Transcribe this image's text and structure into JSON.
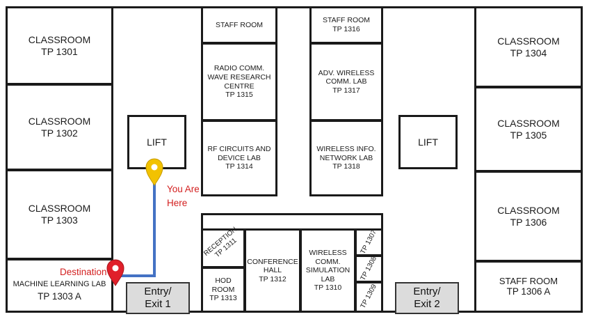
{
  "rooms": {
    "tp1301": {
      "line1": "CLASSROOM",
      "line2": "TP 1301"
    },
    "tp1302": {
      "line1": "CLASSROOM",
      "line2": "TP 1302"
    },
    "tp1303": {
      "line1": "CLASSROOM",
      "line2": "TP 1303"
    },
    "tp1303a": {
      "line1": "MACHINE LEARNING LAB",
      "line2": "TP 1303 A"
    },
    "tp1304": {
      "line1": "CLASSROOM",
      "line2": "TP 1304"
    },
    "tp1305": {
      "line1": "CLASSROOM",
      "line2": "TP 1305"
    },
    "tp1306": {
      "line1": "CLASSROOM",
      "line2": "TP 1306"
    },
    "tp1306a": {
      "line1": "STAFF ROOM",
      "line2": "TP 1306 A"
    },
    "staff_room_left": {
      "line1": "STAFF ROOM"
    },
    "tp1315": {
      "line1": "RADIO COMM.",
      "line2": "WAVE RESEARCH",
      "line3": "CENTRE",
      "line4": "TP 1315"
    },
    "tp1314": {
      "line1": "RF CIRCUITS AND",
      "line2": "DEVICE LAB",
      "line3": "TP 1314"
    },
    "tp1316": {
      "line1": "STAFF ROOM",
      "line2": "TP 1316"
    },
    "tp1317": {
      "line1": "ADV. WIRELESS",
      "line2": "COMM. LAB",
      "line3": "TP 1317"
    },
    "tp1318": {
      "line1": "WIRELESS INFO.",
      "line2": "NETWORK LAB",
      "line3": "TP 1318"
    },
    "tp1311": {
      "line1": "RECEPTION",
      "line2": "TP 1311"
    },
    "tp1313": {
      "line1": "HOD",
      "line2": "ROOM",
      "line3": "TP 1313"
    },
    "tp1312": {
      "line1": "CONFERENCE",
      "line2": "HALL",
      "line3": "TP 1312"
    },
    "tp1310": {
      "line1": "WIRELESS",
      "line2": "COMM.",
      "line3": "SIMULATION",
      "line4": "LAB",
      "line5": "TP 1310"
    },
    "tp1307": {
      "line1": "TP 1307"
    },
    "tp1308": {
      "line1": "TP 1308"
    },
    "tp1309": {
      "line1": "TP 1309"
    }
  },
  "lifts": {
    "left": "LIFT",
    "right": "LIFT"
  },
  "exits": {
    "exit1": {
      "line1": "Entry/",
      "line2": "Exit 1"
    },
    "exit2": {
      "line1": "Entry/",
      "line2": "Exit 2"
    }
  },
  "markers": {
    "you_are_here": {
      "line1": "You Are",
      "line2": "Here",
      "color": "#f2c200"
    },
    "destination": {
      "label": "Destination",
      "color": "#e0202a"
    }
  },
  "colors": {
    "path": "#4472c4",
    "label_red": "#d31f1f",
    "exit_fill": "#dcdcdc",
    "wall": "#1a1a1a"
  }
}
